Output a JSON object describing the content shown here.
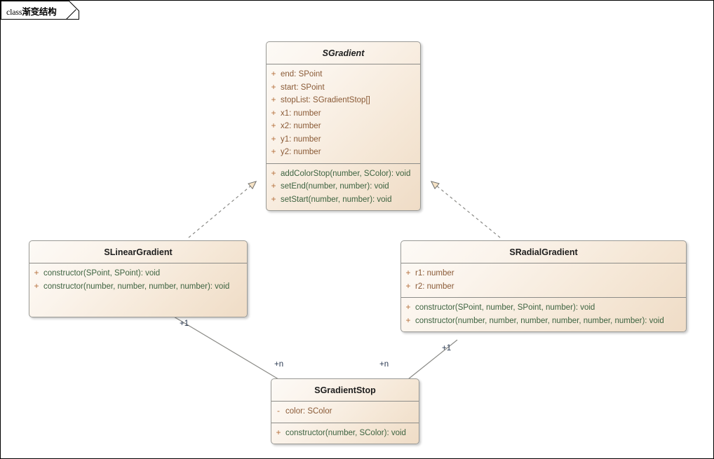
{
  "frame": {
    "keyword": "class",
    "name": "渐变结构"
  },
  "classes": {
    "sgradient": {
      "name": "SGradient",
      "attributes": [
        {
          "visibility": "+",
          "signature": "end: SPoint"
        },
        {
          "visibility": "+",
          "signature": "start: SPoint"
        },
        {
          "visibility": "+",
          "signature": "stopList: SGradientStop[]"
        },
        {
          "visibility": "+",
          "signature": "x1: number"
        },
        {
          "visibility": "+",
          "signature": "x2: number"
        },
        {
          "visibility": "+",
          "signature": "y1: number"
        },
        {
          "visibility": "+",
          "signature": "y2: number"
        }
      ],
      "methods": [
        {
          "visibility": "+",
          "signature": "addColorStop(number, SColor): void"
        },
        {
          "visibility": "+",
          "signature": "setEnd(number, number): void"
        },
        {
          "visibility": "+",
          "signature": "setStart(number, number): void"
        }
      ]
    },
    "slineargradient": {
      "name": "SLinearGradient",
      "attributes": [],
      "methods": [
        {
          "visibility": "+",
          "signature": "constructor(SPoint, SPoint): void"
        },
        {
          "visibility": "+",
          "signature": "constructor(number, number, number, number): void"
        }
      ]
    },
    "sradialgradient": {
      "name": "SRadialGradient",
      "attributes": [
        {
          "visibility": "+",
          "signature": "r1: number"
        },
        {
          "visibility": "+",
          "signature": "r2: number"
        }
      ],
      "methods": [
        {
          "visibility": "+",
          "signature": "constructor(SPoint, number, SPoint, number): void"
        },
        {
          "visibility": "+",
          "signature": "constructor(number, number, number, number, number, number): void"
        }
      ]
    },
    "sgradientstop": {
      "name": "SGradientStop",
      "attributes": [
        {
          "visibility": "-",
          "signature": "color: SColor"
        }
      ],
      "methods": [
        {
          "visibility": "+",
          "signature": "constructor(number, SColor): void"
        }
      ]
    }
  },
  "relations": {
    "linear_realizes": {
      "type": "realization",
      "from": "SLinearGradient",
      "to": "SGradient"
    },
    "radial_realizes": {
      "type": "realization",
      "from": "SRadialGradient",
      "to": "SGradient"
    },
    "linear_stops": {
      "type": "association",
      "from": "SLinearGradient",
      "to": "SGradientStop",
      "source_multiplicity": "+1",
      "target_multiplicity": "+n"
    },
    "radial_stops": {
      "type": "association",
      "from": "SRadialGradient",
      "to": "SGradientStop",
      "source_multiplicity": "+1",
      "target_multiplicity": "+n"
    }
  },
  "colors": {
    "box_fill_light": "#fdfaf6",
    "box_fill_dark": "#efdcc6",
    "box_border": "#9a9a96",
    "attribute_text": "#8a5a36",
    "method_text": "#3d6340",
    "visibility_text": "#b5703c",
    "multiplicity_text": "#2b3a52",
    "connector": "#8a8a86"
  }
}
